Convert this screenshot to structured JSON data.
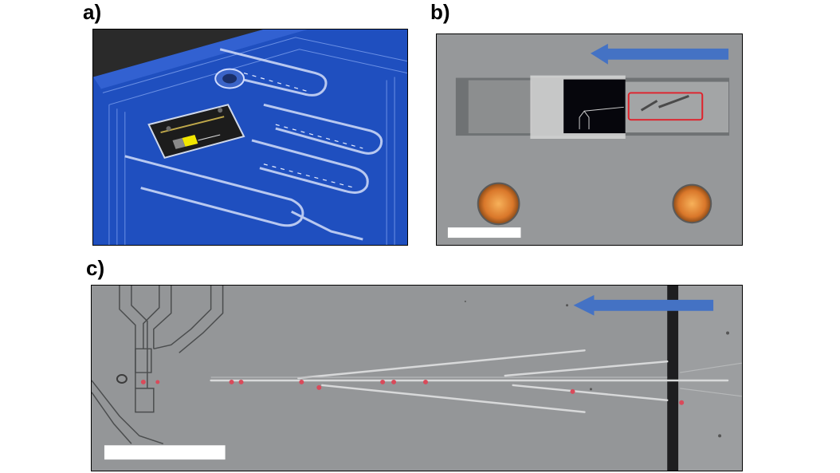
{
  "figure": {
    "panels": [
      {
        "label": "a)",
        "description_icon": "cad-render-microfluidic-chip"
      },
      {
        "label": "b)",
        "description_icon": "microscope-photo-chip-outlet",
        "arrow_color": "#4472c4",
        "highlight_color": "#e0202a"
      },
      {
        "label": "c)",
        "description_icon": "microscope-photo-fibers-and-beads",
        "arrow_color": "#4472c4",
        "bead_color": "#d94a5a"
      }
    ],
    "colors": {
      "cad_blue": "#1f4fbf",
      "chip_black": "#1c1c1c",
      "accent_yellow": "#f2e600",
      "scale_bar": "#ffffff"
    }
  }
}
